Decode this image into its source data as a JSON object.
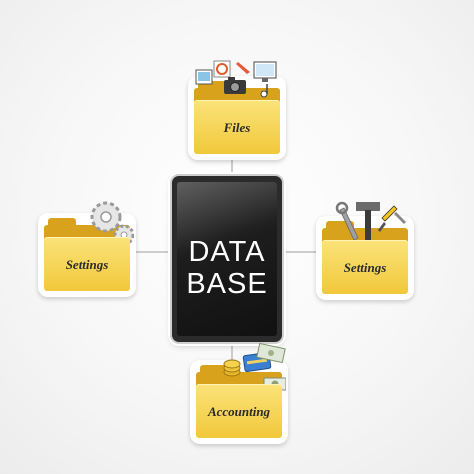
{
  "center": {
    "line1": "DATA",
    "line2": "BASE"
  },
  "nodes": {
    "top": {
      "label": "Files"
    },
    "left": {
      "label": "Settings"
    },
    "right": {
      "label": "Settings"
    },
    "bottom": {
      "label": "Accounting"
    }
  },
  "colors": {
    "folder_front": "#f1c83a",
    "folder_back": "#d9a21c",
    "tablet": "#1e1e1e",
    "connector": "#bdbdbd"
  }
}
